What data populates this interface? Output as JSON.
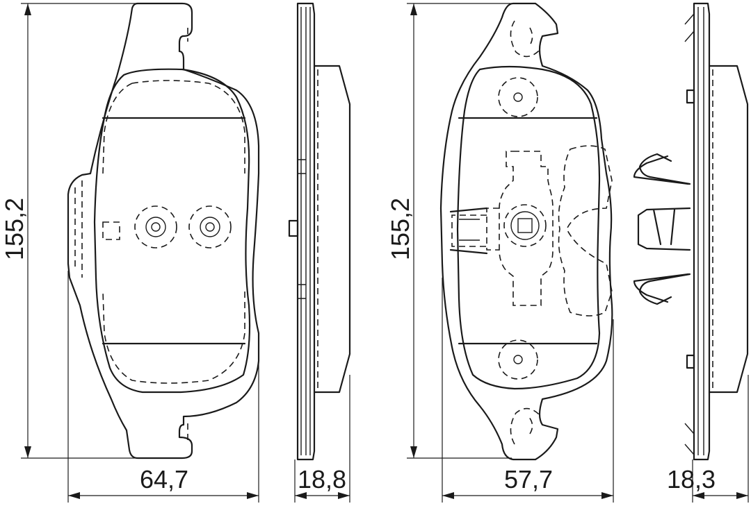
{
  "dimensions": {
    "left_height": "155,2",
    "left_width": "64,7",
    "left_thickness": "18,8",
    "right_height": "155,2",
    "right_width": "57,7",
    "right_thickness": "18,3"
  },
  "colors": {
    "line": "#1a1a1a",
    "background": "#ffffff"
  }
}
